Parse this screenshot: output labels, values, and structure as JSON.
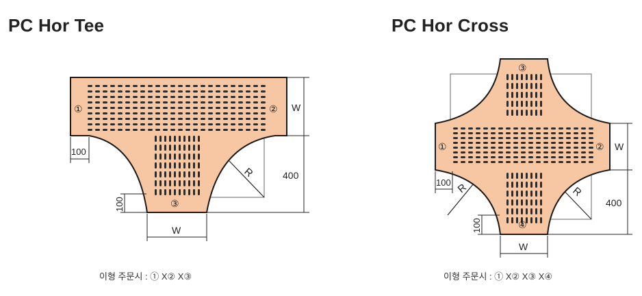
{
  "tee": {
    "title": "PC Hor Tee",
    "labels": {
      "w_right": "W",
      "w_bottom": "W",
      "d400": "400",
      "d100_left": "100",
      "d100_bottom": "100",
      "r": "R"
    },
    "ports": [
      "①",
      "②",
      "③"
    ],
    "caption": "이형 주문시 : ① X② X③"
  },
  "cross": {
    "title": "PC Hor Cross",
    "labels": {
      "w_right": "W",
      "w_bottom": "W",
      "d400": "400",
      "d100_left": "100",
      "d100_bottom": "100",
      "r_left": "R",
      "r_right": "R"
    },
    "ports": [
      "①",
      "②",
      "③",
      "④"
    ],
    "caption": "이형 주문시 : ① X② X③ X④"
  },
  "colors": {
    "fill": "#f7c7a4",
    "stroke": "#1a1a1a",
    "slot": "#2b2b2b",
    "guide": "#666666"
  }
}
